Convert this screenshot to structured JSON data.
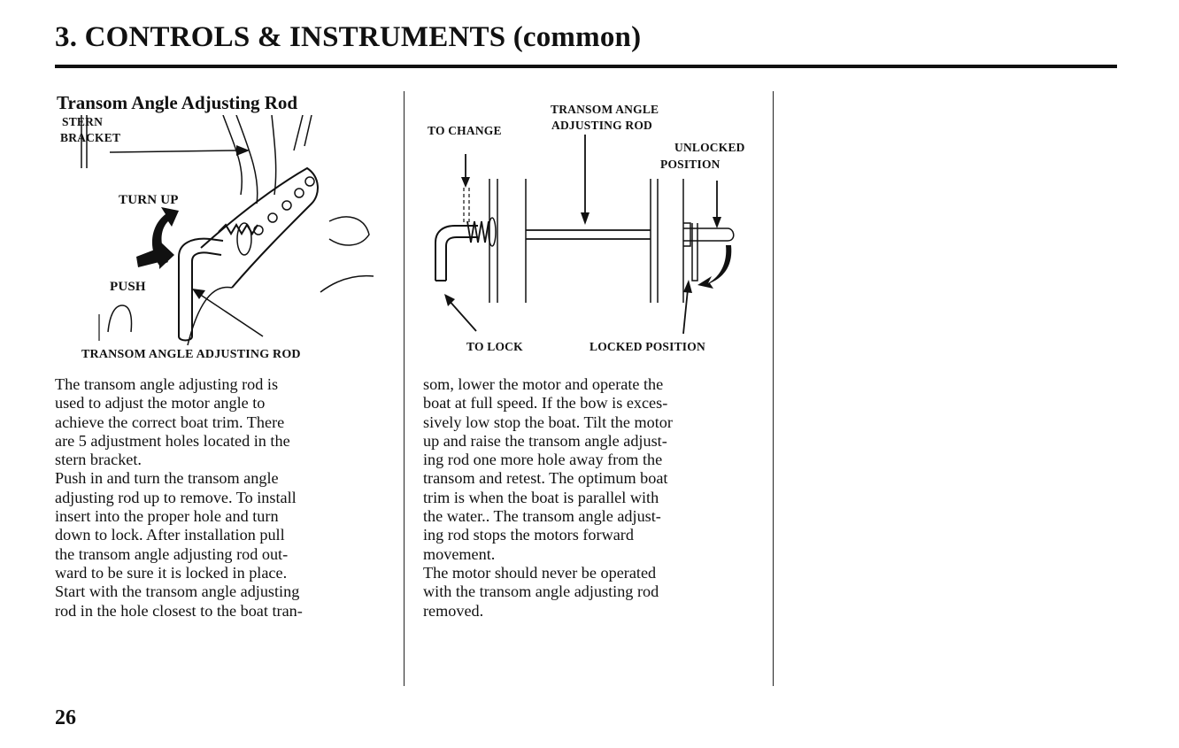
{
  "chapter_title": "3. CONTROLS & INSTRUMENTS (common)",
  "section_heading": "Transom Angle Adjusting Rod",
  "figure1": {
    "labels": {
      "stern_bracket_1": "STERN",
      "stern_bracket_2": "BRACKET",
      "turn_up": "TURN UP",
      "push": "PUSH"
    },
    "caption": "TRANSOM ANGLE ADJUSTING ROD"
  },
  "figure2": {
    "labels": {
      "to_change": "TO CHANGE",
      "rod_1": "TRANSOM ANGLE",
      "rod_2": "ADJUSTING ROD",
      "unlocked_1": "UNLOCKED",
      "unlocked_2": "POSITION",
      "to_lock": "TO LOCK",
      "locked_position": "LOCKED POSITION"
    }
  },
  "left_column_lines": [
    "The transom angle adjusting rod is",
    "used to adjust the motor angle to",
    "achieve the correct boat trim. There",
    "are 5 adjustment holes located in the",
    "stern bracket.",
    "Push in and turn the transom angle",
    "adjusting rod up to remove. To install",
    "insert into the proper hole and turn",
    "down to lock. After installation pull",
    "the transom angle adjusting rod out-",
    "ward to be sure it is locked in place.",
    "Start with the transom angle adjusting",
    "rod in the hole closest to the boat tran-"
  ],
  "right_column_lines": [
    "som, lower the motor and operate the",
    "boat at full speed. If the bow is exces-",
    "sively low stop the boat. Tilt the motor",
    "up and raise the transom angle adjust-",
    "ing rod one more hole away from the",
    "transom and retest. The optimum boat",
    "trim is when the boat is parallel with",
    "the water.. The transom angle adjust-",
    "ing rod stops the motors forward",
    "movement.",
    "The motor should never be operated",
    "with the transom angle adjusting rod",
    "removed."
  ],
  "page_number": "26"
}
